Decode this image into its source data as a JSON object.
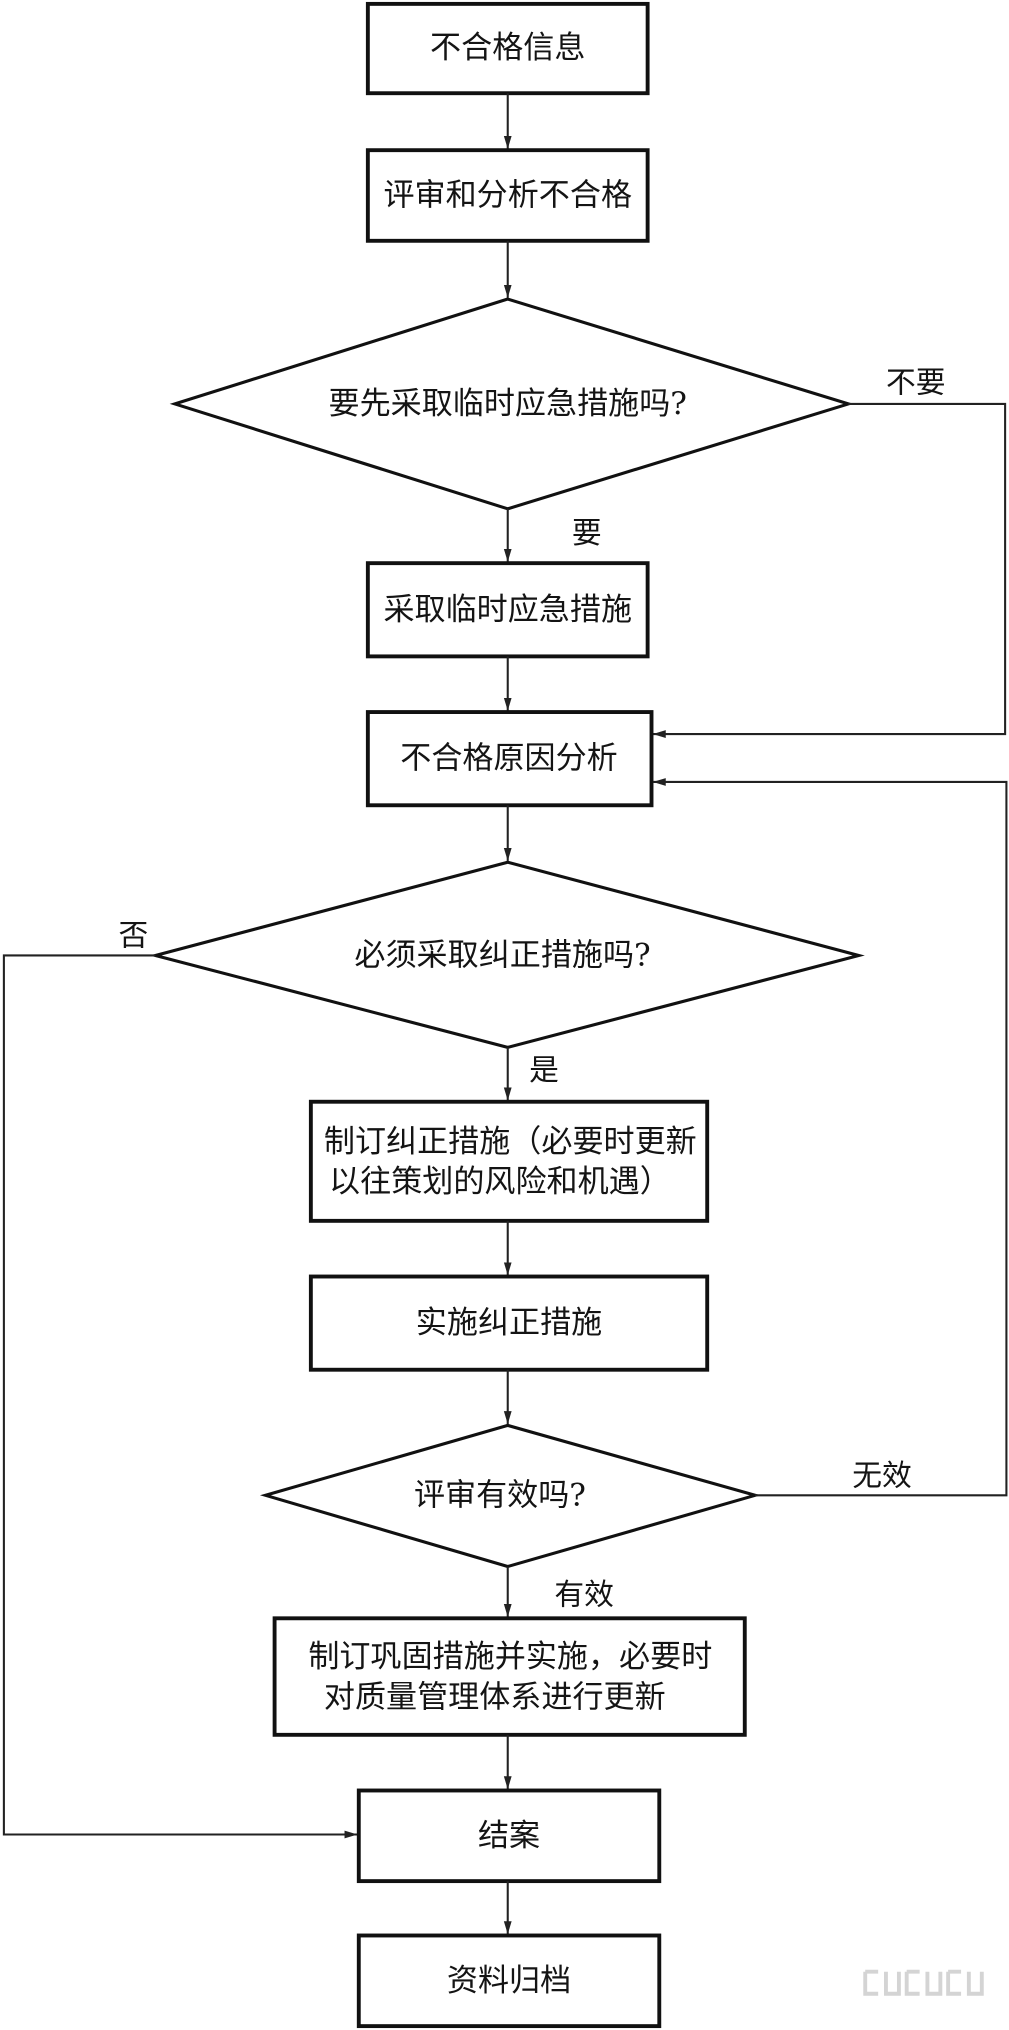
{
  "flowchart": {
    "steps": {
      "nonconformity_info": "不合格信息",
      "review_analyze": "评审和分析不合格",
      "q_temp_measures": "要先采取临时应急措施吗?",
      "take_temp_measures": "采取临时应急措施",
      "cause_analysis": "不合格原因分析",
      "q_corrective_required": "必须采取纠正措施吗?",
      "define_corrective": [
        "制订纠正措施（必要时更新",
        "以往策划的风险和机遇）"
      ],
      "implement_corrective": "实施纠正措施",
      "q_effective": "评审有效吗?",
      "consolidate": [
        "制订巩固措施并实施，必要时",
        "对质量管理体系进行更新"
      ],
      "close_case": "结案",
      "archive": "资料归档"
    },
    "branch_labels": {
      "temp_no": "不要",
      "temp_yes": "要",
      "corrective_no": "否",
      "corrective_yes": "是",
      "effective_no": "无效",
      "effective_yes": "有效"
    }
  }
}
